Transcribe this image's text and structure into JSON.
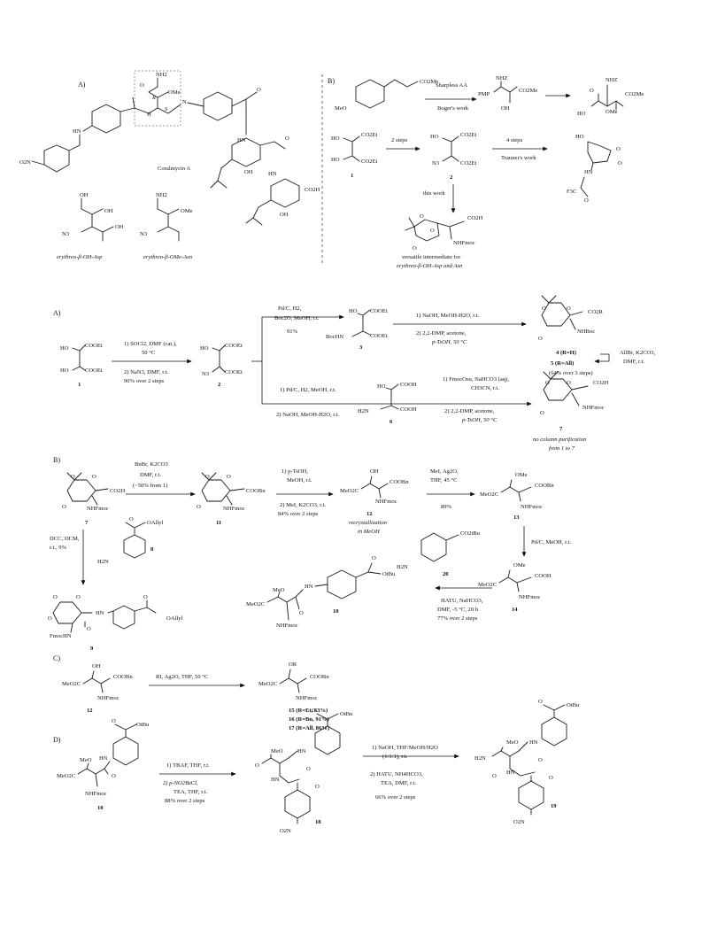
{
  "panels": {
    "top": {
      "a": "A)",
      "b": "B)"
    },
    "main": {
      "a": "A)",
      "b": "B)",
      "c": "C)",
      "d": "D)"
    }
  },
  "coralmycin": {
    "name": "Coralmycin A",
    "groups": [
      "NH2",
      "O",
      "OMe",
      "R",
      "S",
      "H",
      "N",
      "HN",
      "O2N",
      "OH",
      "CO2H"
    ],
    "frag1_label": "erythreo-β-OH-Asp",
    "frag2_label": "erythreo-β-OMe-Asn"
  },
  "routes_b": {
    "sm_label": "MeO",
    "sm_ester": "CO2Me",
    "step1_above": "Sharpless AA",
    "step1_below": "Boger's work",
    "int1": "PMP",
    "int1_groups": [
      "NHZ",
      "CO2Me",
      "OH"
    ],
    "prod1_groups": [
      "NHZ",
      "CO2Me",
      "OMe",
      "HO",
      "O"
    ],
    "tartrate": [
      "HO",
      "HO",
      "CO2Et",
      "CO2Et"
    ],
    "tartrate_num": "1",
    "steps2": "2 steps",
    "azide": [
      "HO",
      "N3",
      "CO2Et",
      "CO2Et"
    ],
    "azide_num": "2",
    "steps4": "4 steps",
    "trauner": "Trauner's work",
    "lactone": [
      "HO",
      "O",
      "O",
      "HN",
      "F3C",
      "O"
    ],
    "this_work": "this work",
    "acetonide": [
      "O",
      "O",
      "CO2H",
      "NHFmoc",
      "O"
    ],
    "caption1": "versatile intermediate for",
    "caption2": "erythreo-β-OH-Asp and Asn"
  },
  "scheme_a": {
    "cmpd1": {
      "groups": [
        "HO",
        "HO",
        "COOEt",
        "COOEt"
      ],
      "num": "1"
    },
    "cond1": [
      "1) SOCl2, DMF (cat.),",
      "50 °C",
      "2) NaN3, DMF, r.t.",
      "90% over 2 steps"
    ],
    "cmpd2": {
      "groups": [
        "HO",
        "N3",
        "COOEt",
        "COOEt"
      ],
      "num": "2"
    },
    "cond_upper": [
      "Pd/C, H2,",
      "Boc2O, MeOH, r.t.",
      "91%"
    ],
    "cmpd3": {
      "groups": [
        "HO",
        "BocHN",
        "COOEt",
        "COOEt"
      ],
      "num": "3"
    },
    "cond_3to4": [
      "1) NaOH, MeOH-H2O, r.t.",
      "2) 2,2-DMP, acetone,",
      "p-TsOH, 50 °C"
    ],
    "cmpd4": {
      "groups": [
        "O",
        "O",
        "CO2R",
        "NHBoc",
        "O"
      ],
      "num": "4 (R=H)",
      "num5": "5 (R=All)"
    },
    "cond_4to5": [
      "AllBr, K2CO3,",
      "DMF, r.t.",
      "(64% over 3 steps)"
    ],
    "cond_lower": [
      "1) Pd/C, H2, MeOH, r.t.",
      "2) NaOH, MeOH-H2O, r.t."
    ],
    "cmpd6": {
      "groups": [
        "HO",
        "H2N",
        "COOH",
        "COOH"
      ],
      "num": "6"
    },
    "cond_6to7": [
      "1) FmocOsu, NaHCO3 (aq),",
      "CH3CN, r.t.",
      "2) 2,2-DMP, acetone,",
      "p-TsOH, 50 °C"
    ],
    "cmpd7": {
      "groups": [
        "O",
        "O",
        "CO2H",
        "NHFmoc",
        "O"
      ],
      "num": "7"
    },
    "note7": [
      "no column purification",
      "from 1 to 7"
    ]
  },
  "scheme_b": {
    "cmpd7": {
      "groups": [
        "O",
        "O",
        "CO2H",
        "NHFmoc",
        "O"
      ],
      "num": "7"
    },
    "cond_7to11": [
      "BnBr, K2CO3",
      "DMF, r.t.",
      "(~50% from 1)"
    ],
    "cmpd11": {
      "groups": [
        "O",
        "O",
        "COOBn",
        "NHFmoc",
        "O"
      ],
      "num": "11"
    },
    "cond_11to12": [
      "1) p-TsOH,",
      "MeOH, r.t.",
      "2) MeI, K2CO3, r.t.",
      "84% over 2 steps"
    ],
    "cmpd12": {
      "groups": [
        "OH",
        "MeO2C",
        "COOBn",
        "NHFmoc"
      ],
      "num": "12"
    },
    "note12": [
      "recrystallization",
      "in MeOH"
    ],
    "cond_12to13": [
      "MeI, Ag2O,",
      "THF, 45 °C",
      "89%"
    ],
    "cmpd13": {
      "groups": [
        "OMe",
        "MeO2C",
        "COOBn",
        "NHFmoc"
      ],
      "num": "13"
    },
    "cond_13to14": [
      "Pd/C, MeOH, r.t."
    ],
    "cmpd14": {
      "groups": [
        "OMe",
        "MeO2C",
        "COOH",
        "NHFmoc"
      ],
      "num": "14"
    },
    "cond_7to9": [
      "DCC, DCM,",
      "r.t., 9%"
    ],
    "cmpd8": {
      "groups": [
        "H2N",
        "O",
        "OAllyl"
      ],
      "num": "8"
    },
    "cmpd9": {
      "groups": [
        "O",
        "O",
        "HN",
        "O",
        "OAllyl",
        "FmocHN",
        "O"
      ],
      "num": "9"
    },
    "cmpd20": {
      "groups": [
        "H2N",
        "CO2tBu"
      ],
      "num": "20"
    },
    "cond_14to10": [
      "HATU, NaHCO3,",
      "DMF, -5 °C, 20 h",
      "77% over 2 steps"
    ],
    "cmpd10": {
      "groups": [
        "MeO",
        "HN",
        "O",
        "OtBu",
        "MeO2C",
        "O",
        "NHFmoc"
      ],
      "num": "10"
    }
  },
  "scheme_c": {
    "cmpd12": {
      "groups": [
        "OH",
        "MeO2C",
        "COOBn",
        "NHFmoc"
      ],
      "num": "12"
    },
    "cond": [
      "RI, Ag2O, THF, 50 °C"
    ],
    "product": {
      "groups": [
        "OR",
        "MeO2C",
        "COOBn",
        "NHFmoc"
      ]
    },
    "results": [
      "15 (R=Et, 63%)",
      "16 (R=Bn, 91%)",
      "17 (R=All, 86%)"
    ]
  },
  "scheme_d": {
    "cmpd10": {
      "groups": [
        "MeO",
        "HN",
        "O",
        "OtBu",
        "MeO2C",
        "O",
        "NHFmoc"
      ],
      "num": "10"
    },
    "cond_10to18": [
      "1) TBAF, THF, r.t.",
      "2) p-NO2BzCl,",
      "TEA, THF, r.t.",
      "88% over 2 steps"
    ],
    "cmpd18": {
      "groups": [
        "MeO",
        "HN",
        "O",
        "OtBu",
        "O",
        "O",
        "HN",
        "O",
        "O2N"
      ],
      "num": "18"
    },
    "cond_18to19": [
      "1) NaOH, THF/MeOH/H2O",
      "(1:1:1), r.t.",
      "2) HATU, NH4HCO3,",
      "TEA, DMF, r.t.",
      "66% over 2 steps"
    ],
    "cmpd19": {
      "groups": [
        "MeO",
        "HN",
        "O",
        "OtBu",
        "H2N",
        "O",
        "HN",
        "O",
        "O2N"
      ],
      "num": "19"
    }
  }
}
